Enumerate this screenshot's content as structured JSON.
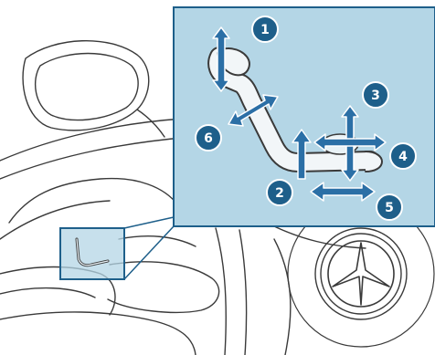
{
  "diagram": {
    "callouts": [
      {
        "label": "1"
      },
      {
        "label": "2"
      },
      {
        "label": "3"
      },
      {
        "label": "4"
      },
      {
        "label": "5"
      },
      {
        "label": "6"
      }
    ]
  },
  "colors": {
    "panel_fill": "#b4d6e6",
    "panel_border": "#1e5f8a",
    "accent": "#2b6fa6",
    "callout_fill": "#1e5f8a",
    "line_art": "#3a3a3a"
  }
}
